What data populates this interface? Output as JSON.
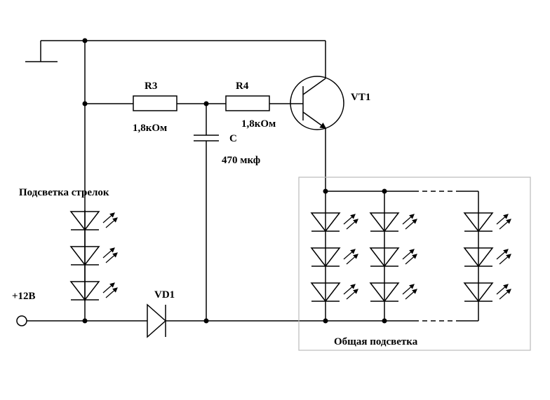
{
  "labels": {
    "r3": "R3",
    "r3_value": "1,8кОм",
    "r4": "R4",
    "r4_value": "1,8кОм",
    "c": "C",
    "c_value": "470 мкф",
    "vt1": "VT1",
    "vd1": "VD1",
    "supply": "+12В",
    "arrow_led_group": "Подсветка стрелок",
    "common_led_group": "Общая подсветка"
  }
}
